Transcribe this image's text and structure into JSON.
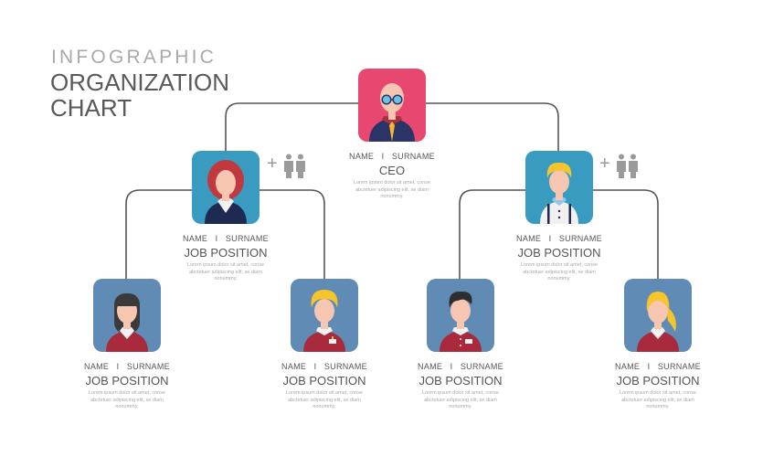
{
  "header": {
    "title_line1": "INFOGRAPHIC",
    "title_line2": "ORGANIZATION",
    "title_line3": "CHART"
  },
  "colors": {
    "ceo_box": "#e8486f",
    "level2_box": "#3a9bc1",
    "level3_box": "#5f8bb5",
    "connector": "#555555",
    "title_light": "#a9a9a9",
    "title_dark": "#595959"
  },
  "nodes": {
    "ceo": {
      "name": "NAME   I   SURNAME",
      "role": "CEO",
      "desc": "Lorem ipsum dolor sit amet, conse abctetuer adipiscing elit, se diam nonummy.",
      "icon": "bald-man-glasses-avatar"
    },
    "manager_left": {
      "name": "NAME   I   SURNAME",
      "role": "JOB POSITION",
      "desc": "Lorem ipsum dolor sit amet, conse abctetuer adipiscing elit, se diam nonummy.",
      "icon": "red-hair-woman-avatar",
      "add_icon": "plus-icon",
      "team_icon": "two-people-icon"
    },
    "manager_right": {
      "name": "NAME   I   SURNAME",
      "role": "JOB POSITION",
      "desc": "Lorem ipsum dolor sit amet, conse abctetuer adipiscing elit, se diam nonummy.",
      "icon": "blond-man-suspenders-avatar",
      "add_icon": "plus-icon",
      "team_icon": "two-people-icon"
    },
    "staff_1": {
      "name": "NAME   I   SURNAME",
      "role": "JOB POSITION",
      "desc": "Lorem ipsum dolor sit amet, conse abctetuer adipiscing elit, se diam nonummy.",
      "icon": "dark-hair-woman-avatar"
    },
    "staff_2": {
      "name": "NAME   I   SURNAME",
      "role": "JOB POSITION",
      "desc": "Lorem ipsum dolor sit amet, conse abctetuer adipiscing elit, se diam nonummy.",
      "icon": "curly-blond-man-avatar"
    },
    "staff_3": {
      "name": "NAME   I   SURNAME",
      "role": "JOB POSITION",
      "desc": "Lorem ipsum dolor sit amet, conse abctetuer adipiscing elit, se diam nonummy.",
      "icon": "dark-hair-man-avatar"
    },
    "staff_4": {
      "name": "NAME   I   SURNAME",
      "role": "JOB POSITION",
      "desc": "Lorem ipsum dolor sit amet, conse abctetuer adipiscing elit, se diam nonummy.",
      "icon": "blonde-woman-ponytail-avatar"
    }
  },
  "plus_symbol": "+"
}
